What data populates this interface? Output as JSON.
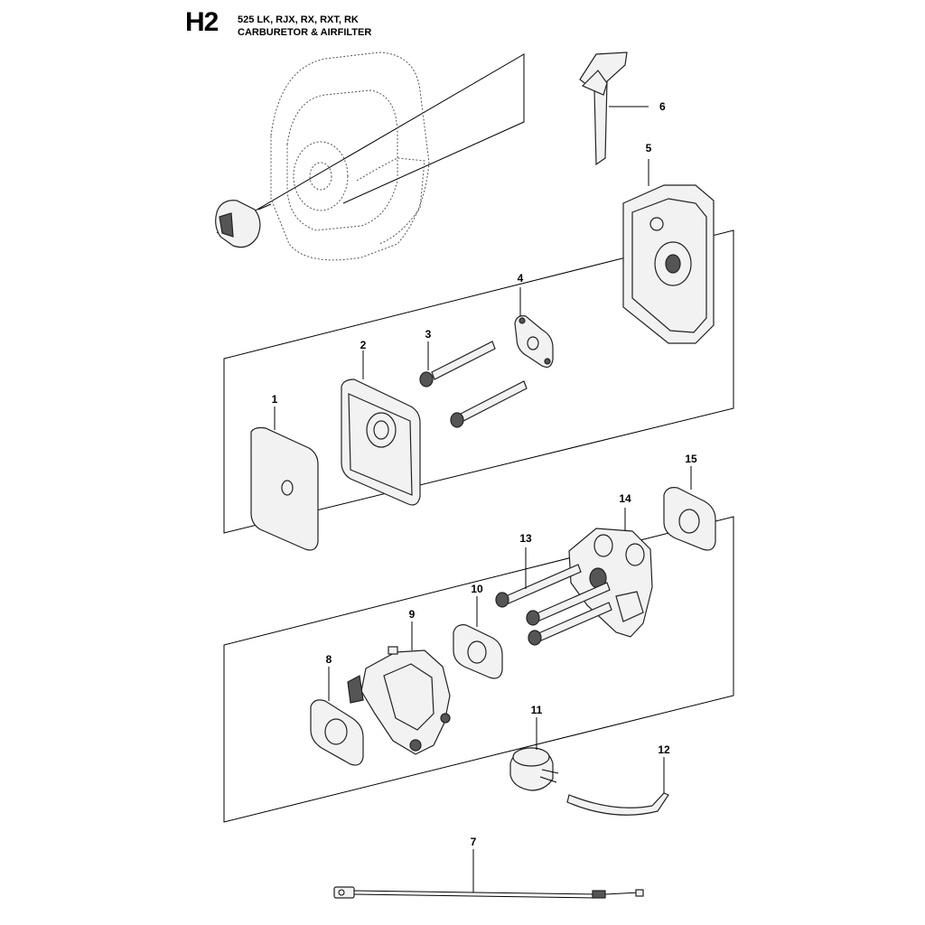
{
  "header": {
    "code": "H2",
    "models": "525 LK, RJX, RX, RXT, RK",
    "title": "CARBURETOR & AIRFILTER"
  },
  "callouts": {
    "c1": "1",
    "c2": "2",
    "c3": "3",
    "c4": "4",
    "c5": "5",
    "c6": "6",
    "c7": "7",
    "c8": "8",
    "c9": "9",
    "c10": "10",
    "c11": "11",
    "c12": "12",
    "c13": "13",
    "c14": "14",
    "c15": "15"
  }
}
